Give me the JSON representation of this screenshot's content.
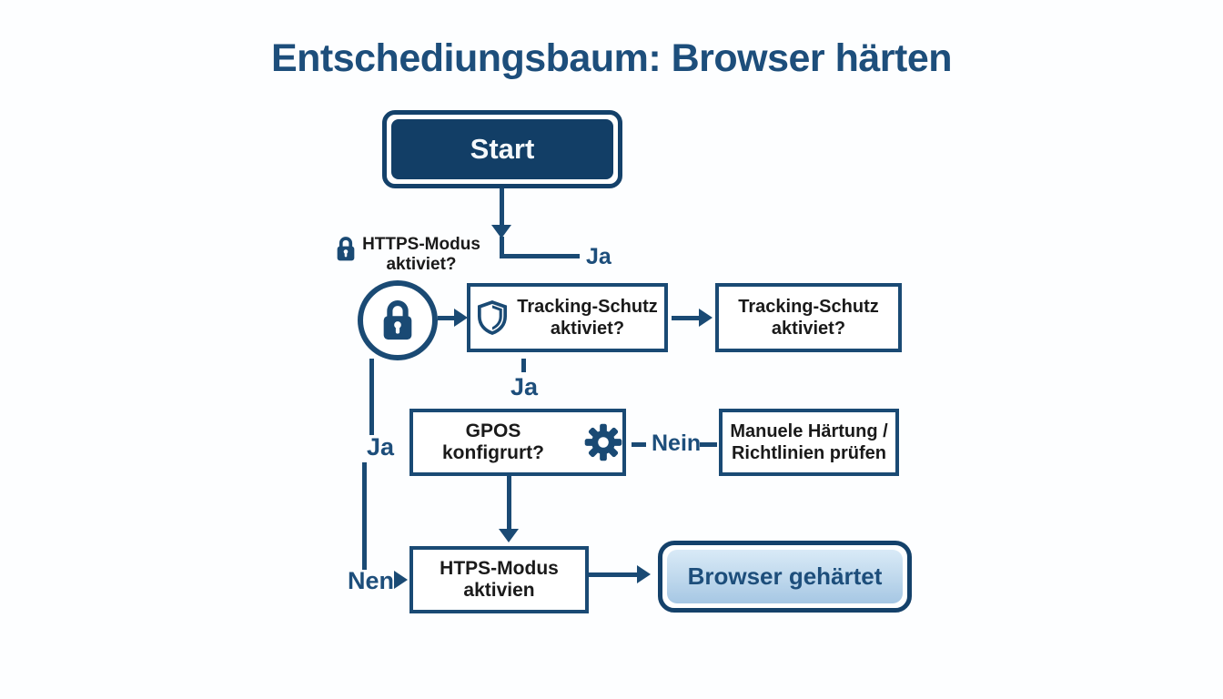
{
  "title": "Entschediungsbaum: Browser härten",
  "colors": {
    "navy_line": "#1a4a74",
    "title_text": "#1d4e7b",
    "start_fill": "#123e66",
    "box_text": "#1a1a1a",
    "result_gradient_top": "#d9eaf7",
    "result_gradient_bottom": "#a6c7e4",
    "background": "#fdfeff"
  },
  "nodes": {
    "start": {
      "label": "Start"
    },
    "https_question": {
      "line1": "HTTPS-Modus",
      "line2": "aktiviet?",
      "icon": "lock-icon"
    },
    "tracking_left": {
      "line1": "Tracking-Schutz",
      "line2": "aktiviet?",
      "icon": "shield-icon"
    },
    "tracking_right": {
      "line1": "Tracking-Schutz",
      "line2": "aktiviet?"
    },
    "gpos": {
      "label": "GPOS konfigrurt?",
      "icon": "gear-icon"
    },
    "manual_hardening": {
      "line1": "Manuele Härtung /",
      "line2": "Richtlinien prüfen"
    },
    "https_activate": {
      "line1": "HTPS-Modus",
      "line2": "aktivien"
    },
    "result": {
      "label": "Browser gehärtet"
    }
  },
  "edge_labels": {
    "ja_top": "Ja",
    "ja_mid": "Ja",
    "ja_left": "Ja",
    "nein_right": "Nein",
    "nen_left": "Nen"
  }
}
